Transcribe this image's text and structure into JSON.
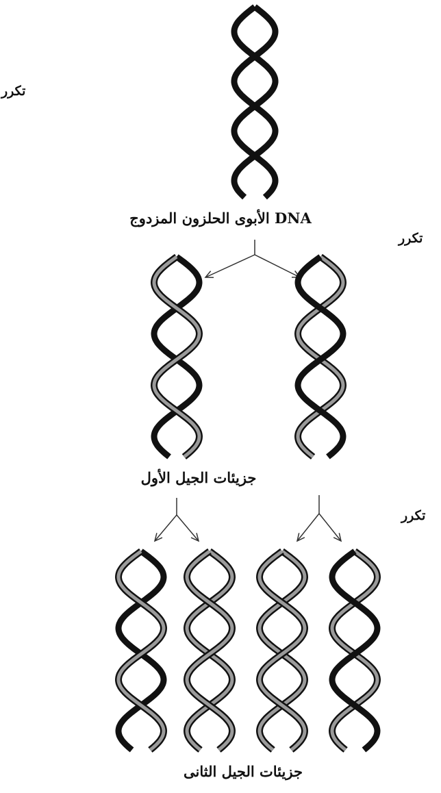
{
  "labels": {
    "replication": "تكرر",
    "parent": "DNA الأبوى الحلزون المزدوج",
    "gen1": "جزيئات الجيل الأول",
    "gen2": "جزيئات الجيل الثانى"
  },
  "colors": {
    "old_strand": "#111111",
    "new_strand": "#9a9a9a",
    "arrow": "#333333",
    "background": "#ffffff"
  }
}
